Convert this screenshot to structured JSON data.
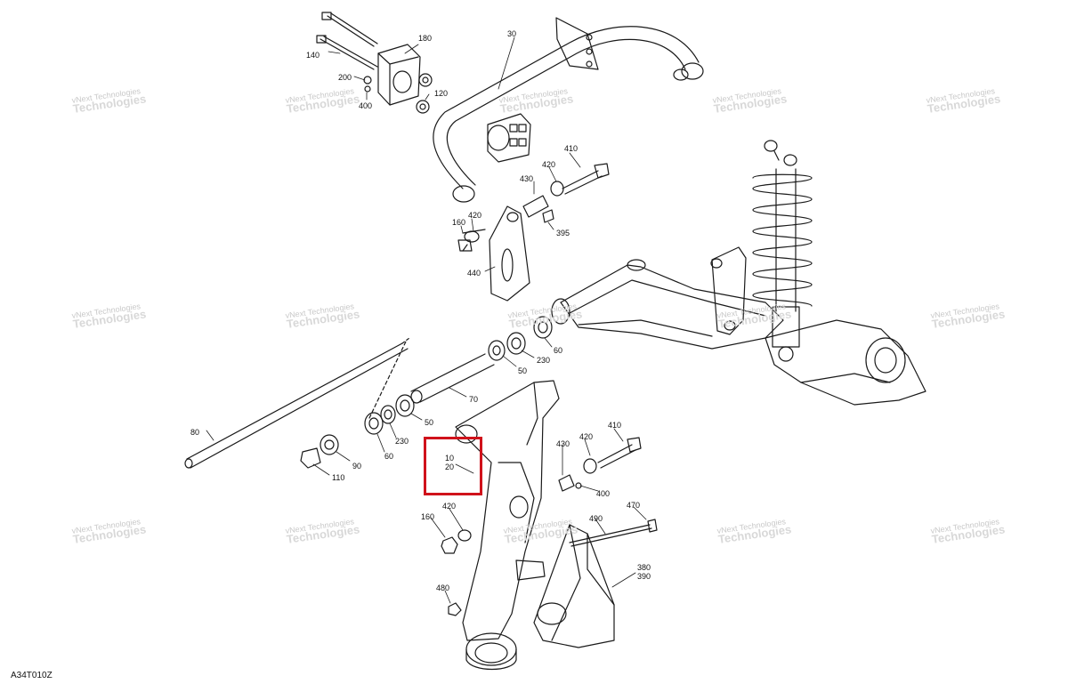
{
  "diagram": {
    "code": "A34T010Z",
    "highlight_color": "#d0121b",
    "watermark": {
      "small": "vNext Technologies",
      "big": "Technologies"
    },
    "callouts": {
      "c180": "180",
      "c30": "30",
      "c140": "140",
      "c200": "200",
      "c120": "120",
      "c400a": "400",
      "c410a": "410",
      "c420a": "420",
      "c430a": "430",
      "c395": "395",
      "c160a": "160",
      "c420b": "420",
      "c440": "440",
      "c60a": "60",
      "c230a": "230",
      "c50a": "50",
      "c70": "70",
      "c80": "80",
      "c50b": "50",
      "c230b": "230",
      "c60b": "60",
      "c90": "90",
      "c110": "110",
      "c10": "10",
      "c20": "20",
      "c430b": "430",
      "c420c": "420",
      "c410b": "410",
      "c400b": "400",
      "c160b": "160",
      "c420d": "420",
      "c490": "490",
      "c470": "470",
      "c380": "380",
      "c390": "390",
      "c480": "480"
    }
  }
}
